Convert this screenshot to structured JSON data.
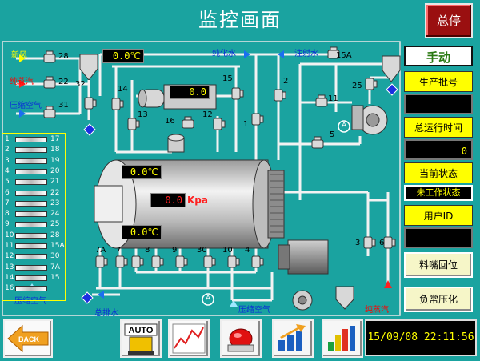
{
  "header": {
    "title": "监控画面",
    "stop_label": "总停"
  },
  "right_panel": {
    "mode": "手动",
    "batch_label": "生产批号",
    "batch_value": "",
    "runtime_label": "总运行时间",
    "runtime_value": "0",
    "state_label": "当前状态",
    "state_value": "未工作状态",
    "user_label": "用户ID",
    "user_value": "",
    "nozzle_btn": "料嘴回位",
    "pressure_btn": "负常压化"
  },
  "readouts": {
    "top_temp": "0.0",
    "top_temp_unit": "℃",
    "mid_box": "0.0",
    "tank_temp_top": "0.0",
    "tank_temp_top_unit": "℃",
    "tank_pressure": "0.0",
    "tank_pressure_unit": "Kpa",
    "tank_temp_bottom": "0.0",
    "tank_temp_bottom_unit": "℃"
  },
  "labels": {
    "fresh_air": "新风",
    "pure_steam": "纯蒸汽",
    "compressed_air": "压缩空气",
    "pure_water": "纯化水",
    "injection_water": "注射水",
    "drain": "总排水",
    "compressed_air_bottom": "压缩空气",
    "pure_steam_bottom": "纯蒸汽",
    "compressed_air_left": "压缩空气",
    "a_label": "A",
    "a_label2": "A"
  },
  "valve_numbers": [
    "28",
    "22",
    "31",
    "32",
    "14",
    "13",
    "16",
    "12",
    "15",
    "1",
    "2",
    "15A",
    "25",
    "11",
    "5",
    "7A",
    "7",
    "8",
    "9",
    "30",
    "10",
    "4",
    "3",
    "6"
  ],
  "left_list": {
    "left": [
      "1",
      "2",
      "3",
      "4",
      "5",
      "6",
      "7",
      "8",
      "9",
      "10",
      "11",
      "12",
      "13",
      "14",
      "16"
    ],
    "right": [
      "17",
      "18",
      "19",
      "20",
      "21",
      "22",
      "23",
      "24",
      "25",
      "28",
      "15A",
      "30",
      "7A",
      "15",
      ""
    ]
  },
  "nav": {
    "back_label": "BACK",
    "auto_label": "AUTO"
  },
  "clock": "15/09/08 22:11:56"
}
